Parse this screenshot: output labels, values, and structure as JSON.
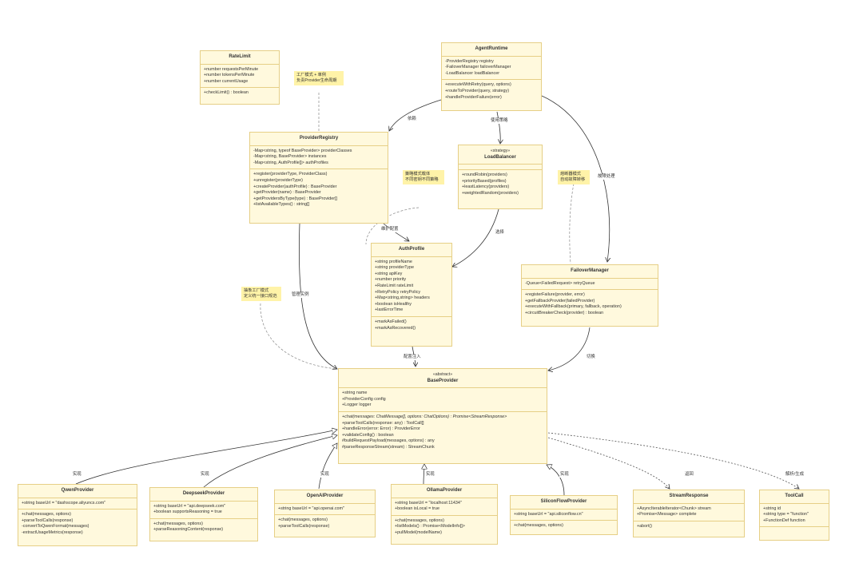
{
  "classes": {
    "ratelimit": {
      "name": "RateLimit",
      "attrs": [
        "+number requestsPerMinute",
        "+number tokensPerMinute",
        "+number currentUsage"
      ],
      "methods": [
        "+checkLimit() : boolean"
      ]
    },
    "agentruntime": {
      "name": "AgentRuntime",
      "attrs": [
        "-ProviderRegistry registry",
        "-FailoverManager failoverManager",
        "-LoadBalancer loadBalancer"
      ],
      "methods": [
        "+executeWithRetry(query, options)",
        "+routeToProvider(query, strategy)",
        "+handleProviderFailure(error)"
      ]
    },
    "registry": {
      "name": "ProviderRegistry",
      "attrs": [
        "-Map<string, typeof BaseProvider> providerClasses",
        "-Map<string, BaseProvider> instances",
        "-Map<string, AuthProfile[]> authProfiles"
      ],
      "methods": [
        "+register(providerType, ProviderClass)",
        "+unregister(providerType)",
        "+createProvider(authProfile) : BaseProvider",
        "+getProvider(name) : BaseProvider",
        "+getProvidersByType(type) : BaseProvider[]",
        "+listAvailableTypes() : string[]"
      ]
    },
    "loadbalancer": {
      "stereotype": "«strategy»",
      "name": "LoadBalancer",
      "attrs": [],
      "methods": [
        "+roundRobin(providers)",
        "+priorityBased(profiles)",
        "+leastLatency(providers)",
        "+weightedRandom(providers)"
      ]
    },
    "authprofile": {
      "name": "AuthProfile",
      "attrs": [
        "+string profileName",
        "+string providerType",
        "+string apiKey",
        "+number priority",
        "+RateLimit rateLimit",
        "+RetryPolicy retryPolicy",
        "+Map<string,string> headers",
        "+boolean isHealthy",
        "+lastErrorTime"
      ],
      "methods": [
        "+markAsFailed()",
        "+markAsRecovered()"
      ]
    },
    "failover": {
      "name": "FailoverManager",
      "attrs": [
        "-Queue<FailedRequest> retryQueue"
      ],
      "methods": [
        "+registerFailure(provider, error)",
        "+getFallbackProvider(failedProvider)",
        "+executeWithFallback(primary, fallback, operation)",
        "+circuitBreakerCheck(provider) : boolean"
      ]
    },
    "baseprovider": {
      "stereotype": "«abstract»",
      "name": "BaseProvider",
      "attrs": [
        "+string name",
        "+ProviderConfig config",
        "+Logger logger"
      ],
      "abstract_method": "+chat(messages: ChatMessage[], options: ChatOptions) : Promise<StreamResponse>",
      "methods": [
        "+parseToolCalls(response: any) : ToolCall[]",
        "+handleError(error: Error) : ProviderError",
        "+validateConfig() : boolean",
        "#buildRequestPayload(messages, options) : any",
        "#parseResponseStream(stream) : StreamChunk"
      ]
    },
    "qwen": {
      "name": "QwenProvider",
      "attrs": [
        "+string baseUrl = \"dashscope.aliyuncs.com\""
      ],
      "methods": [
        "+chat(messages, options)",
        "+parseToolCalls(response)",
        "-convertToQwenFormat(messages)",
        "-extractUsageMetrics(response)"
      ]
    },
    "deepseek": {
      "name": "DeepseekProvider",
      "attrs": [
        "+string baseUrl = \"api.deepseek.com\"",
        "+boolean supportsReasoning = true"
      ],
      "methods": [
        "+chat(messages, options)",
        "+parseReasoningContent(response)"
      ]
    },
    "openai": {
      "name": "OpenAIProvider",
      "attrs": [
        "+string baseUrl = \"api.openai.com\""
      ],
      "methods": [
        "+chat(messages, options)",
        "+parseToolCalls(response)"
      ]
    },
    "ollama": {
      "name": "OllamaProvider",
      "attrs": [
        "+string baseUrl = \"localhost:11434\"",
        "+boolean isLocal = true"
      ],
      "methods": [
        "+chat(messages, options)",
        "+listModels() : Promise<ModelInfo[]>",
        "+pullModel(modelName)"
      ]
    },
    "silicon": {
      "name": "SiliconFlowProvider",
      "attrs": [
        "+string baseUrl = \"api.siliconflow.cn\""
      ],
      "methods": [
        "+chat(messages, options)"
      ]
    },
    "stream": {
      "name": "StreamResponse",
      "attrs": [
        "+AsyncIterableIterator<Chunk> stream",
        "+Promise<Message> complete"
      ],
      "methods": [
        "+abort()"
      ]
    },
    "toolcall": {
      "name": "ToolCall",
      "attrs": [
        "+string id",
        "+string type = \"function\"",
        "+FunctionDef function"
      ],
      "methods": []
    }
  },
  "notes": {
    "factory_singleton": [
      "工厂模式 + 单例",
      "负责Provider生命周期"
    ],
    "strategy": [
      "策略模式载体",
      "不同密钥不同策略"
    ],
    "circuit": [
      "熔断器模式",
      "自动故障转移"
    ],
    "abstract_factory": [
      "抽象工厂模式",
      "定义统一接口规范"
    ]
  },
  "edge_labels": {
    "depend": "依赖",
    "use_strategy": "使用策略",
    "failure_handling": "故障处理",
    "maintain_config": "维护配置",
    "select": "选择",
    "manage_instances": "管理实例",
    "config_inject": "配置注入",
    "switch": "切换",
    "implements": "实现",
    "returns": "返回",
    "parse_generate": "解析/生成"
  }
}
